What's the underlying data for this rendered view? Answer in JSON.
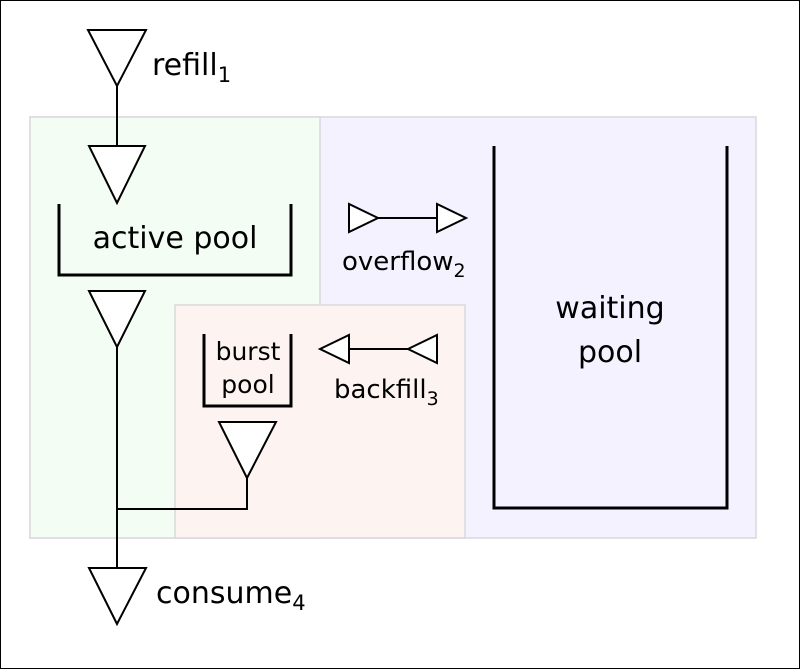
{
  "labels": {
    "refill": "refill",
    "refill_sub": "1",
    "overflow": "overflow",
    "overflow_sub": "2",
    "backfill": "backfill",
    "backfill_sub": "3",
    "consume": "consume",
    "consume_sub": "4"
  },
  "pools": {
    "active": "active pool",
    "waiting_line1": "waiting",
    "waiting_line2": "pool",
    "burst_line1": "burst",
    "burst_line2": "pool"
  },
  "colors": {
    "active_region": "#f3fdf4",
    "waiting_region": "#f4f2fe",
    "burst_region": "#fdf4f1",
    "region_border": "#d9d9dc",
    "stroke": "#000000"
  }
}
